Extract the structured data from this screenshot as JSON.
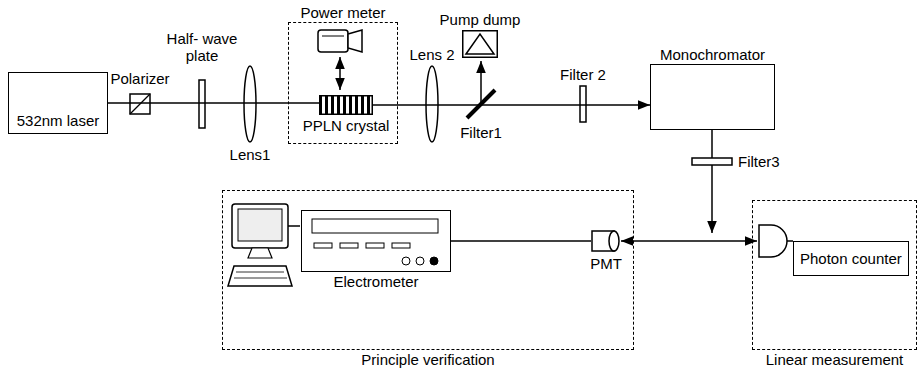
{
  "diagram": {
    "nodes": [
      {
        "text": [
          "532nm laser"
        ]
      },
      {
        "text": [
          "Power meter"
        ]
      },
      {
        "text": [
          "PPLN crystal"
        ],
        "in": 1
      },
      {
        "text": [
          "Pump dump"
        ]
      },
      {
        "text": [
          "Monochromator"
        ]
      },
      {
        "text": [
          "Principle verification"
        ]
      },
      {
        "text": [
          "Electrometer"
        ],
        "in": 5
      },
      {
        "text": [
          "PMT"
        ],
        "in": 5
      },
      {
        "text": [
          "Linear measurement"
        ]
      },
      {
        "text": [
          "Photon counter"
        ],
        "in": 8
      }
    ],
    "edges": [
      {
        "from": 0,
        "to": 2,
        "arrow": "none"
      },
      {
        "from": 2,
        "to": 4,
        "arrow": "to"
      },
      {
        "from": 6,
        "to": 7,
        "arrow": "none"
      },
      {
        "from": 7,
        "to": 9,
        "arrow": "both"
      }
    ],
    "labels": [
      "Polarizer",
      "Half- wave plate",
      "Lens1",
      "Lens 2",
      "Filter1",
      "Filter 2",
      "Filter3"
    ]
  }
}
